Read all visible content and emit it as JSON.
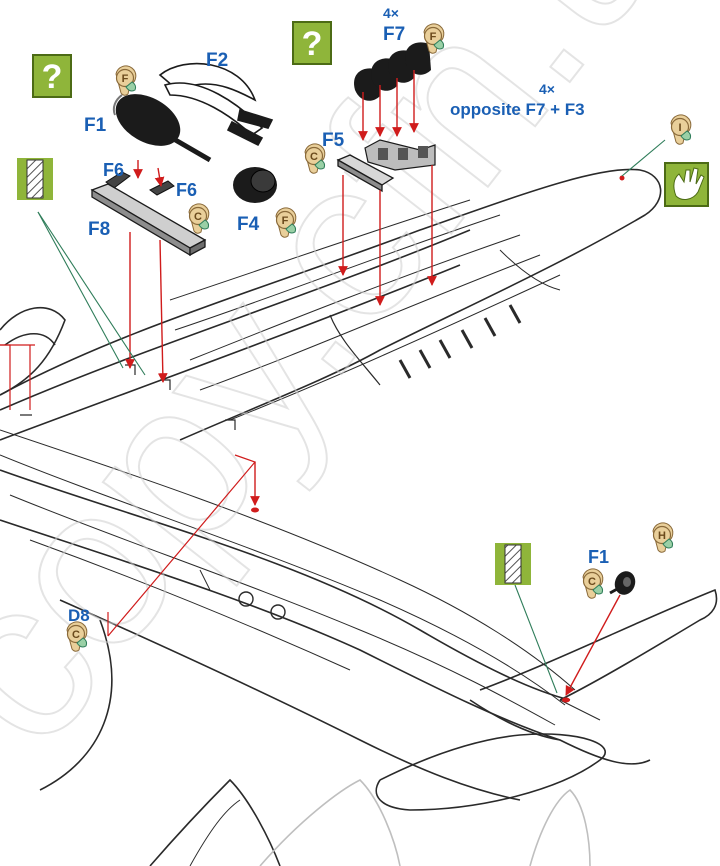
{
  "labels": {
    "f1_top": "F1",
    "f2": "F2",
    "f4": "F4",
    "f5": "F5",
    "f6_a": "F6",
    "f6_b": "F6",
    "f7_qty": "4×",
    "f7": "F7",
    "f8": "F8",
    "opp_qty": "4×",
    "opp_text": "opposite F7 + F3",
    "d8": "D8",
    "f1_wheel": "F1"
  },
  "color_codes": {
    "f_near_f2": "F",
    "f_near_f4": "F",
    "f_near_f7": "F",
    "c_near_f8": "C",
    "c_near_f5": "C",
    "c_near_d8": "C",
    "c_near_wheel": "C",
    "h_near_wheel": "H",
    "i_near_wing": "I"
  },
  "question_mark": "?",
  "watermark": "copy.cfn.ua",
  "colors": {
    "label_blue": "#1a5fb4",
    "icon_green": "#8fb53a",
    "arrow_red": "#d01c1c",
    "leader_green": "#2f7d5a",
    "badge_tan": "#e9cf9a",
    "part_black": "#1b1b1b"
  },
  "icons": {
    "question": "question-box-icon",
    "hand": "hand-icon",
    "glue_strip": "hatched-strip-icon"
  }
}
